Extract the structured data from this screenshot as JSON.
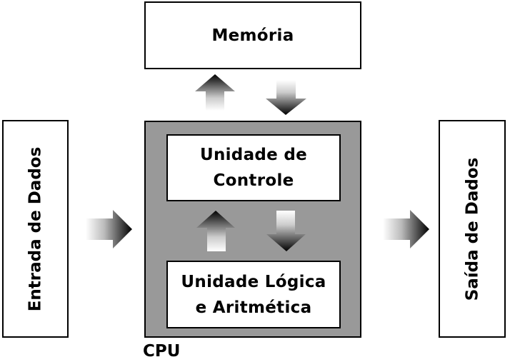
{
  "memory": {
    "label": "Memória"
  },
  "cpu": {
    "label": "CPU"
  },
  "control_unit": {
    "line1": "Unidade de",
    "line2": "Controle"
  },
  "alu": {
    "line1": "Unidade Lógica",
    "line2": "e Aritmética"
  },
  "input": {
    "label": "Entrada de Dados"
  },
  "output": {
    "label": "Saída de Dados"
  },
  "colors": {
    "cpu_fill": "#999999",
    "box_fill": "#ffffff",
    "stroke": "#000000"
  }
}
